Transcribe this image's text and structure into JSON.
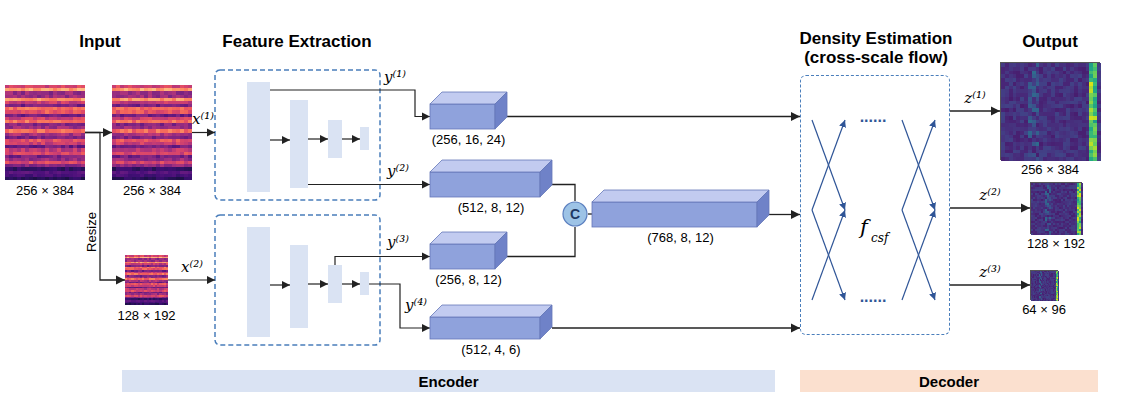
{
  "diagram": {
    "nodes": [
      {
        "text": [
          "256 × 384"
        ]
      },
      {
        "text": [
          "256 × 384"
        ]
      },
      {
        "text": [
          "128 × 192"
        ]
      },
      {
        "text": [
          "(256, 16, 24)"
        ]
      },
      {
        "text": [
          "(512, 8, 12)"
        ]
      },
      {
        "text": [
          "C"
        ]
      },
      {
        "text": [
          "(768, 8, 12)"
        ]
      },
      {
        "text": [
          "(256, 8, 12)"
        ]
      },
      {
        "text": [
          "(512, 4, 6)"
        ]
      },
      {
        "text": [
          "Density Estimation (cross-scale flow)"
        ]
      },
      {
        "text": [
          "256 × 384"
        ]
      },
      {
        "text": [
          "128 × 192"
        ]
      },
      {
        "text": [
          "64 × 96"
        ]
      },
      {
        "text": [
          "Encoder"
        ]
      },
      {
        "text": [
          "Decoder"
        ]
      }
    ],
    "edges": [
      {
        "from": 0,
        "to": 1,
        "arrow": "to"
      },
      {
        "from": 0,
        "to": 2,
        "label": "Resize",
        "arrow": "to"
      },
      {
        "from": 4,
        "to": 5,
        "arrow": "none"
      },
      {
        "from": 7,
        "to": 5,
        "arrow": "none"
      },
      {
        "from": 5,
        "to": 6,
        "arrow": "none"
      },
      {
        "from": 3,
        "to": 9,
        "arrow": "to"
      },
      {
        "from": 6,
        "to": 9,
        "arrow": "to"
      },
      {
        "from": 8,
        "to": 9,
        "arrow": "to"
      },
      {
        "from": 9,
        "to": 10,
        "label": "z⁽¹⁾",
        "arrow": "to"
      },
      {
        "from": 9,
        "to": 11,
        "label": "z⁽²⁾",
        "arrow": "to"
      },
      {
        "from": 9,
        "to": 12,
        "label": "z⁽³⁾",
        "arrow": "to"
      }
    ],
    "labels": [
      "Input",
      "Feature Extraction",
      "Output",
      "x⁽¹⁾",
      "x⁽²⁾",
      "y⁽¹⁾",
      "y⁽²⁾",
      "y⁽³⁾",
      "y⁽⁴⁾",
      "......",
      "......",
      "f",
      "csf"
    ]
  }
}
